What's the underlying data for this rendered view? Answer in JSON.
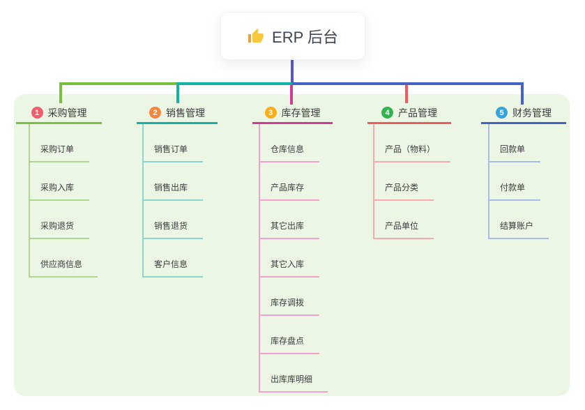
{
  "root": {
    "title": "ERP 后台",
    "icon": "thumbs-up",
    "line_color": "#5558CA"
  },
  "canvas": {
    "page_bg": "#FFFFFF",
    "panel_bg": "#EBF6E4"
  },
  "branches": [
    {
      "number": "1",
      "label": "采购管理",
      "colors": {
        "line": "#7CBE41",
        "light": "#AFD78C",
        "badge": "#F25C6C"
      },
      "items": [
        "采购订单",
        "采购入库",
        "采购退货",
        "供应商信息"
      ]
    },
    {
      "number": "2",
      "label": "销售管理",
      "colors": {
        "line": "#12B2A6",
        "light": "#8BD6CE",
        "badge": "#F6863D"
      },
      "items": [
        "销售订单",
        "销售出库",
        "销售退货",
        "客户信息"
      ]
    },
    {
      "number": "3",
      "label": "库存管理",
      "colors": {
        "line": "#D23A93",
        "light": "#F2A2CC",
        "badge": "#FBAC16"
      },
      "items": [
        "仓库信息",
        "产品库存",
        "其它出库",
        "其它入库",
        "库存调拨",
        "库存盘点",
        "出库库明细"
      ]
    },
    {
      "number": "4",
      "label": "产品管理",
      "colors": {
        "line": "#F25A5E",
        "light": "#F8ABAD",
        "badge": "#2FB450"
      },
      "items": [
        "产品（物料）",
        "产品分类",
        "产品单位"
      ]
    },
    {
      "number": "5",
      "label": "财务管理",
      "colors": {
        "line": "#4363C8",
        "light": "#A9BAE4",
        "badge": "#36A3DE"
      },
      "items": [
        "回款单",
        "付款单",
        "结算账户"
      ]
    }
  ]
}
